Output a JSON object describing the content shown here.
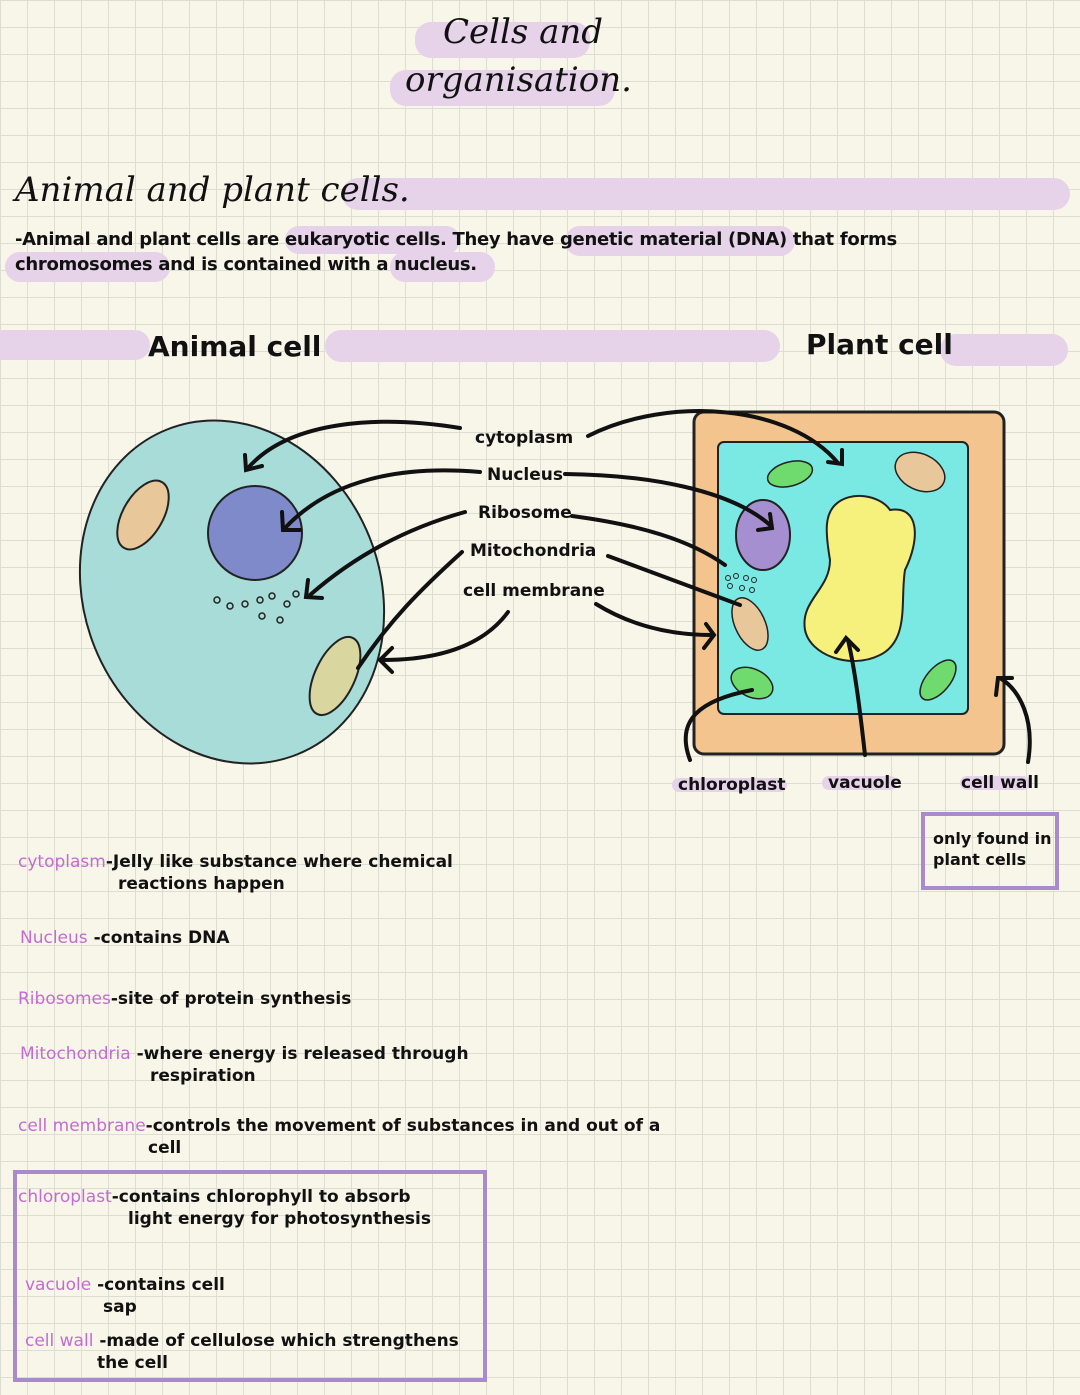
{
  "title": {
    "line1": "Cells and",
    "line2": "organisation."
  },
  "section": {
    "heading": "Animal and plant cells."
  },
  "intro": {
    "line1": "-Animal and plant cells are eukaryotic cells. They have genetic material (DNA) that forms",
    "line2": "chromosomes and is contained with a nucleus."
  },
  "diagram": {
    "animal_heading": "Animal cell",
    "plant_heading": "Plant cell",
    "center_labels": [
      "cytoplasm",
      "Nucleus",
      "Ribosome",
      "Mitochondria",
      "cell membrane"
    ],
    "plant_labels": {
      "chloroplast": "chloroplast",
      "vacuole": "vacuole",
      "cell_wall": "cell wall"
    },
    "note": {
      "line1": "only found in",
      "line2": "plant cells"
    },
    "colors": {
      "cytoplasm_animal": "#a8dcd8",
      "nucleus_animal": "#7e8ac9",
      "cytoplasm_plant": "#7ae8e3",
      "wall": "#f3c48e",
      "vacuole": "#f5f17c",
      "chloroplast": "#6fdb6f",
      "nucleus_plant": "#a58fd0",
      "mito": "#e8c89a"
    }
  },
  "definitions": [
    {
      "term": "cytoplasm",
      "text1": "-Jelly like substance where chemical",
      "text2": "reactions happen"
    },
    {
      "term": "Nucleus",
      "text1": "-contains DNA",
      "text2": ""
    },
    {
      "term": "Ribosomes",
      "text1": "-site of protein synthesis",
      "text2": ""
    },
    {
      "term": "Mitochondria",
      "text1": "-where energy is released through",
      "text2": "respiration"
    },
    {
      "term": "cell membrane",
      "text1": "-controls the movement of substances in and out of a",
      "text2": "cell"
    },
    {
      "term": "chloroplast",
      "text1": "-contains chlorophyll to absorb",
      "text2": "light energy for photosynthesis"
    },
    {
      "term": "vacuole",
      "text1": "-contains cell",
      "text2": "sap"
    },
    {
      "term": "cell wall",
      "text1": "-made of cellulose which strengthens",
      "text2": "the cell"
    }
  ]
}
